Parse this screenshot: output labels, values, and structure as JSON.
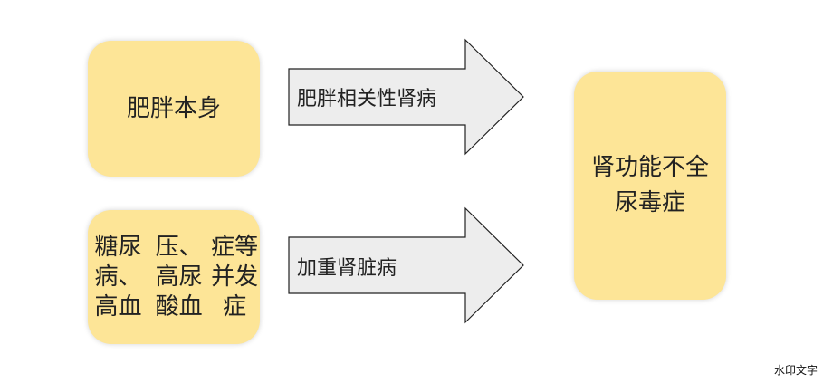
{
  "nodes": {
    "obesity": {
      "text": "肥胖本身"
    },
    "diseases": {
      "lines": [
        "糖尿病、高血",
        "压、高尿酸血",
        "症等并发症"
      ]
    },
    "outcome": {
      "lines": [
        "肾功能不全",
        "尿毒症"
      ]
    }
  },
  "arrows": {
    "top": {
      "label": "肥胖相关性肾病"
    },
    "bottom": {
      "label": "加重肾脏病"
    }
  },
  "watermark": "水印文字",
  "colors": {
    "box_fill": "#fde597",
    "arrow_fill": "#ededed",
    "arrow_stroke": "#222222"
  }
}
